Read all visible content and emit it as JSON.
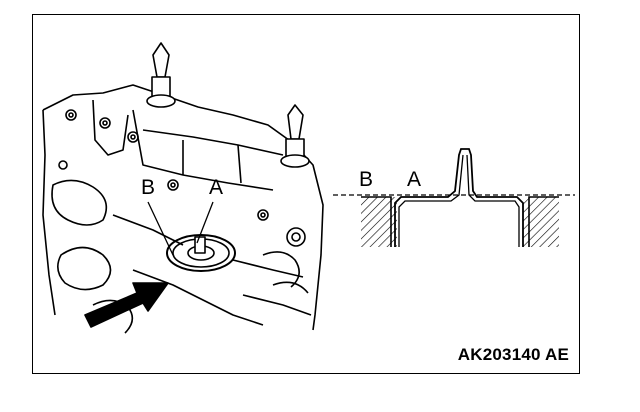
{
  "callouts": {
    "left_b": "B",
    "left_a": "A",
    "right_b": "B",
    "right_a": "A"
  },
  "figure_code": "AK203140 AE"
}
